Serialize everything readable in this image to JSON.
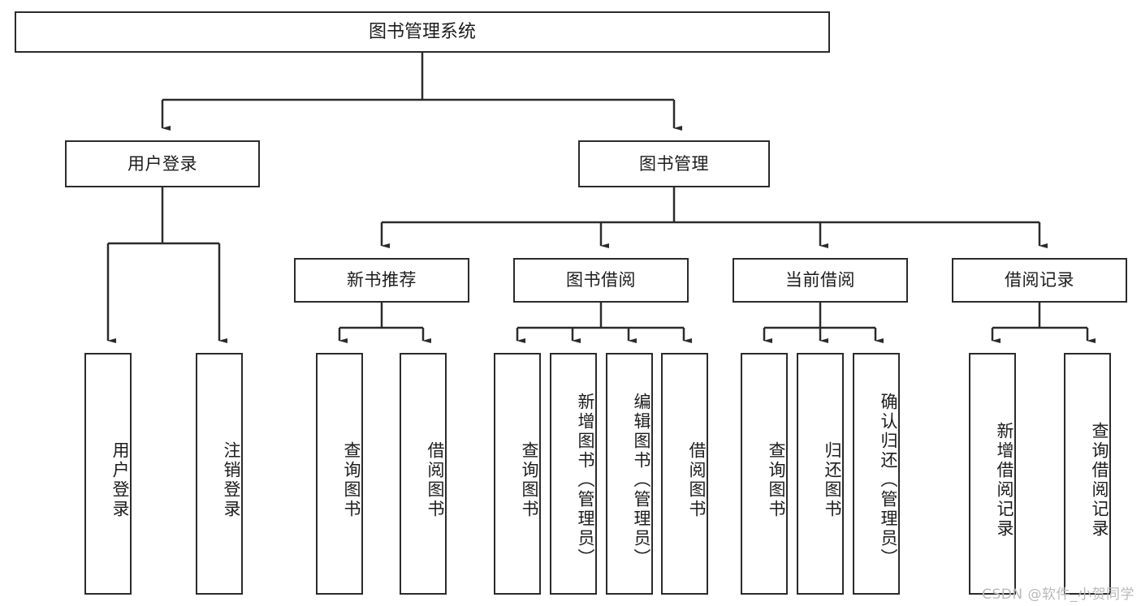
{
  "diagram": {
    "type": "tree",
    "title": "图书管理系统",
    "orientation": "top-down",
    "colors": {
      "stroke": "#2b2b2b",
      "fill": "#ffffff",
      "text": "#1c1c1c",
      "watermark": "#b9b9b9"
    }
  },
  "root": {
    "label": "图书管理系统"
  },
  "level1": [
    {
      "label": "用户登录"
    },
    {
      "label": "图书管理"
    }
  ],
  "level2": [
    {
      "label": "新书推荐"
    },
    {
      "label": "图书借阅"
    },
    {
      "label": "当前借阅"
    },
    {
      "label": "借阅记录"
    }
  ],
  "leaves": {
    "user_login": [
      {
        "label": "用户登录"
      },
      {
        "label": "注销登录"
      }
    ],
    "new_book": [
      {
        "label": "查询图书"
      },
      {
        "label": "借阅图书"
      }
    ],
    "book_borrow": [
      {
        "label": "查询图书"
      },
      {
        "label": "新增图书（管理员）"
      },
      {
        "label": "编辑图书（管理员）"
      },
      {
        "label": "借阅图书"
      }
    ],
    "current_borrow": [
      {
        "label": "查询图书"
      },
      {
        "label": "归还图书"
      },
      {
        "label": "确认归还（管理员）"
      }
    ],
    "borrow_record": [
      {
        "label": "新增借阅记录"
      },
      {
        "label": "查询借阅记录"
      }
    ]
  },
  "watermark": {
    "text": "CSDN @软件_小贺同学"
  }
}
